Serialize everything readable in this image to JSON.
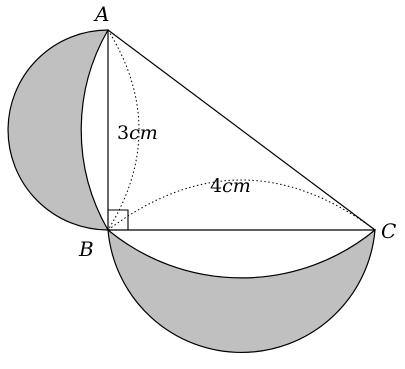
{
  "vertices": {
    "a": "A",
    "b": "B",
    "c": "C"
  },
  "dimensions": {
    "ab_value": "3",
    "ab_unit": "cm",
    "bc_value": "4",
    "bc_unit": "cm"
  },
  "colors": {
    "shade": "#c0c0c0",
    "stroke": "#000000",
    "background": "#ffffff"
  }
}
